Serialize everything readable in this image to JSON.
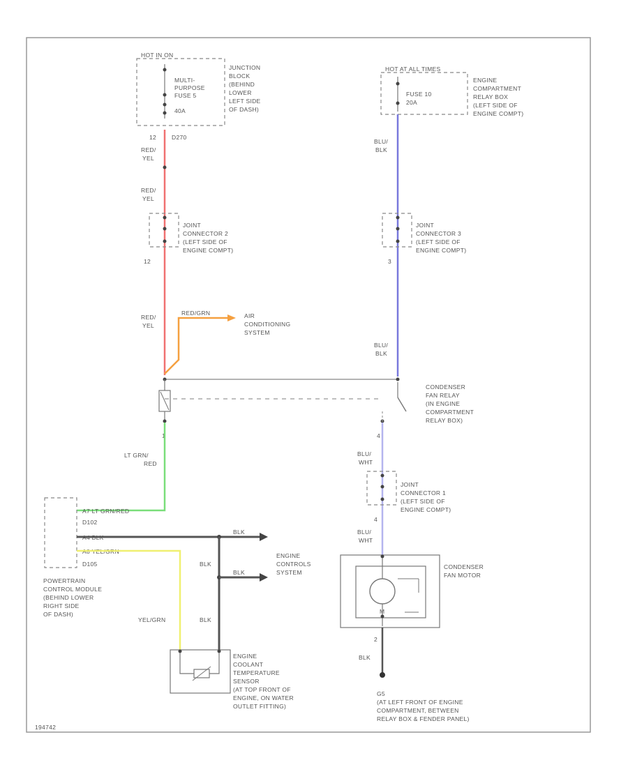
{
  "fuse_box": {
    "power_label": "HOT IN ON",
    "fuse_lines": [
      "MULTI-",
      "PURPOSE",
      "FUSE 5",
      "40A"
    ],
    "location_lines": [
      "JUNCTION",
      "BLOCK",
      "(BEHIND",
      "LOWER",
      "LEFT SIDE",
      "OF DASH)"
    ],
    "pin_a": "12",
    "connector_a": "D270"
  },
  "relay_fuse_box": {
    "power_label": "HOT AT ALL TIMES",
    "fuse_lines": [
      "FUSE 10",
      "20A"
    ],
    "location_lines": [
      "ENGINE",
      "COMPARTMENT",
      "RELAY BOX",
      "(LEFT SIDE OF",
      "ENGINE COMPT)"
    ]
  },
  "wires": {
    "red_yel_1": [
      "RED/",
      "YEL"
    ],
    "red_yel_2": [
      "RED/",
      "YEL"
    ],
    "red_yel_3": [
      "RED/",
      "YEL"
    ],
    "red_grn": "RED/GRN",
    "blu_blk_1": [
      "BLU/",
      "BLK"
    ],
    "blu_blk_2": [
      "BLU/",
      "BLK"
    ],
    "lt_grn_red": [
      "LT GRN/",
      "RED"
    ],
    "blu_wht_1": [
      "BLU/",
      "WHT"
    ],
    "blu_wht_2": [
      "BLU/",
      "WHT"
    ],
    "blk_1": "BLK",
    "blk_2": "BLK",
    "blk_3": "BLK",
    "blk_4": "BLK",
    "blk_5": "BLK",
    "yel_grn": "YEL/GRN"
  },
  "joint_connector_2": {
    "lines": [
      "JOINT",
      "CONNECTOR 2",
      "(LEFT SIDE OF",
      "ENGINE COMPT)"
    ],
    "pin_bottom": "12"
  },
  "joint_connector_3": {
    "lines": [
      "JOINT",
      "CONNECTOR 3",
      "(LEFT SIDE OF",
      "ENGINE COMPT)"
    ],
    "pin_bottom": "3"
  },
  "ac_system": {
    "lines": [
      "AIR",
      "CONDITIONING",
      "SYSTEM"
    ]
  },
  "condenser_relay": {
    "lines": [
      "CONDENSER",
      "FAN RELAY",
      "(IN ENGINE",
      "COMPARTMENT",
      "RELAY BOX)"
    ],
    "pin_left": "1",
    "pin_right": "4"
  },
  "joint_connector_1": {
    "lines": [
      "JOINT",
      "CONNECTOR 1",
      "(LEFT SIDE OF",
      "ENGINE COMPT)"
    ],
    "pin_bottom": "4"
  },
  "pcm": {
    "pin_labels": [
      "A7  LT GRN/RED",
      "D102",
      "A4  BLK",
      "A8  YEL/GRN",
      "D105"
    ],
    "lines": [
      "POWERTRAIN",
      "CONTROL MODULE",
      "(BEHIND LOWER",
      "RIGHT SIDE",
      "OF DASH)"
    ]
  },
  "engine_controls": {
    "lines": [
      "ENGINE",
      "CONTROLS",
      "SYSTEM"
    ]
  },
  "condenser_fan": {
    "lines": [
      "CONDENSER",
      "FAN MOTOR"
    ],
    "pin_bottom": "2",
    "motor_letter": "M"
  },
  "ect_sensor": {
    "lines": [
      "ENGINE",
      "COOLANT",
      "TEMPERATURE",
      "SENSOR",
      "(AT TOP FRONT OF",
      "ENGINE, ON WATER",
      "OUTLET FITTING)"
    ]
  },
  "ground": {
    "lines": [
      "G5",
      "(AT LEFT FRONT OF ENGINE",
      "COMPARTMENT, BETWEEN",
      "RELAY BOX & FENDER PANEL)"
    ]
  },
  "diagram_id": "194742",
  "colors": {
    "red_wire": "#f07070",
    "orange_wire": "#f5a040",
    "blue_wire": "#7878dc",
    "light_blue_wire": "#b4b4ee",
    "green_wire": "#7ade7a",
    "yellow_wire": "#f0f070",
    "gray_wire": "#777777"
  }
}
